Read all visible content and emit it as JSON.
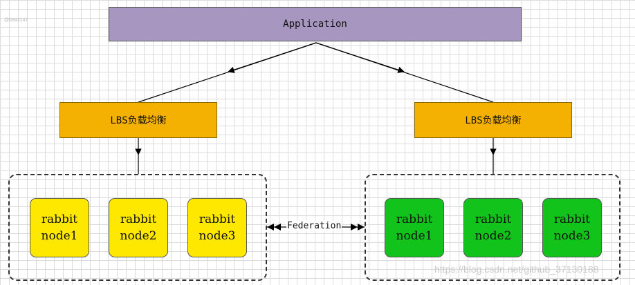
{
  "application": {
    "label": "Application"
  },
  "lbs": [
    {
      "label": "LBS负载均衡"
    },
    {
      "label": "LBS负载均衡"
    }
  ],
  "clusters": [
    {
      "color": "#ffe800",
      "nodes": [
        {
          "line1": "rabbit",
          "line2": "node1"
        },
        {
          "line1": "rabbit",
          "line2": "node2"
        },
        {
          "line1": "rabbit",
          "line2": "node3"
        }
      ]
    },
    {
      "color": "#11c31a",
      "nodes": [
        {
          "line1": "rabbit",
          "line2": "node1"
        },
        {
          "line1": "rabbit",
          "line2": "node2"
        },
        {
          "line1": "rabbit",
          "line2": "node3"
        }
      ]
    }
  ],
  "federation": {
    "label": "Federation"
  },
  "watermark": "https://blog.csdn.net/github_37130188",
  "corner_tag": "@6943147"
}
